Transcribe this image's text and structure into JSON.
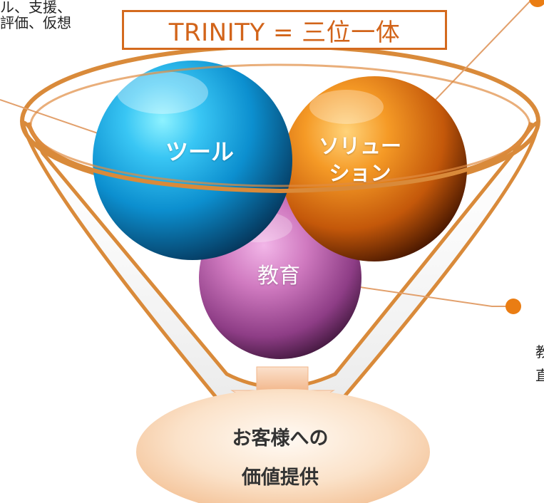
{
  "title_box": {
    "text": "TRINITY = 三位一体"
  },
  "top_left_text": {
    "line1": "ル、支援、",
    "line2": "評価、仮想"
  },
  "spheres": {
    "tool": {
      "label": "ツール",
      "color": "#1aa6e4"
    },
    "solution": {
      "label_line1": "ソリュー",
      "label_line2": "ション",
      "color": "#ea7d13"
    },
    "education": {
      "label": "教育",
      "color": "#d87ac3"
    }
  },
  "value_ellipse": {
    "line1": "お客様への",
    "line2": "価値提供",
    "color": "#f5c89e"
  },
  "right_side": {
    "heading": "",
    "line1": "教",
    "line2": "直"
  },
  "colors": {
    "accent_orange": "#d46a1e",
    "funnel_outline": "#d98a3a",
    "leader_line": "#e2a06c"
  }
}
